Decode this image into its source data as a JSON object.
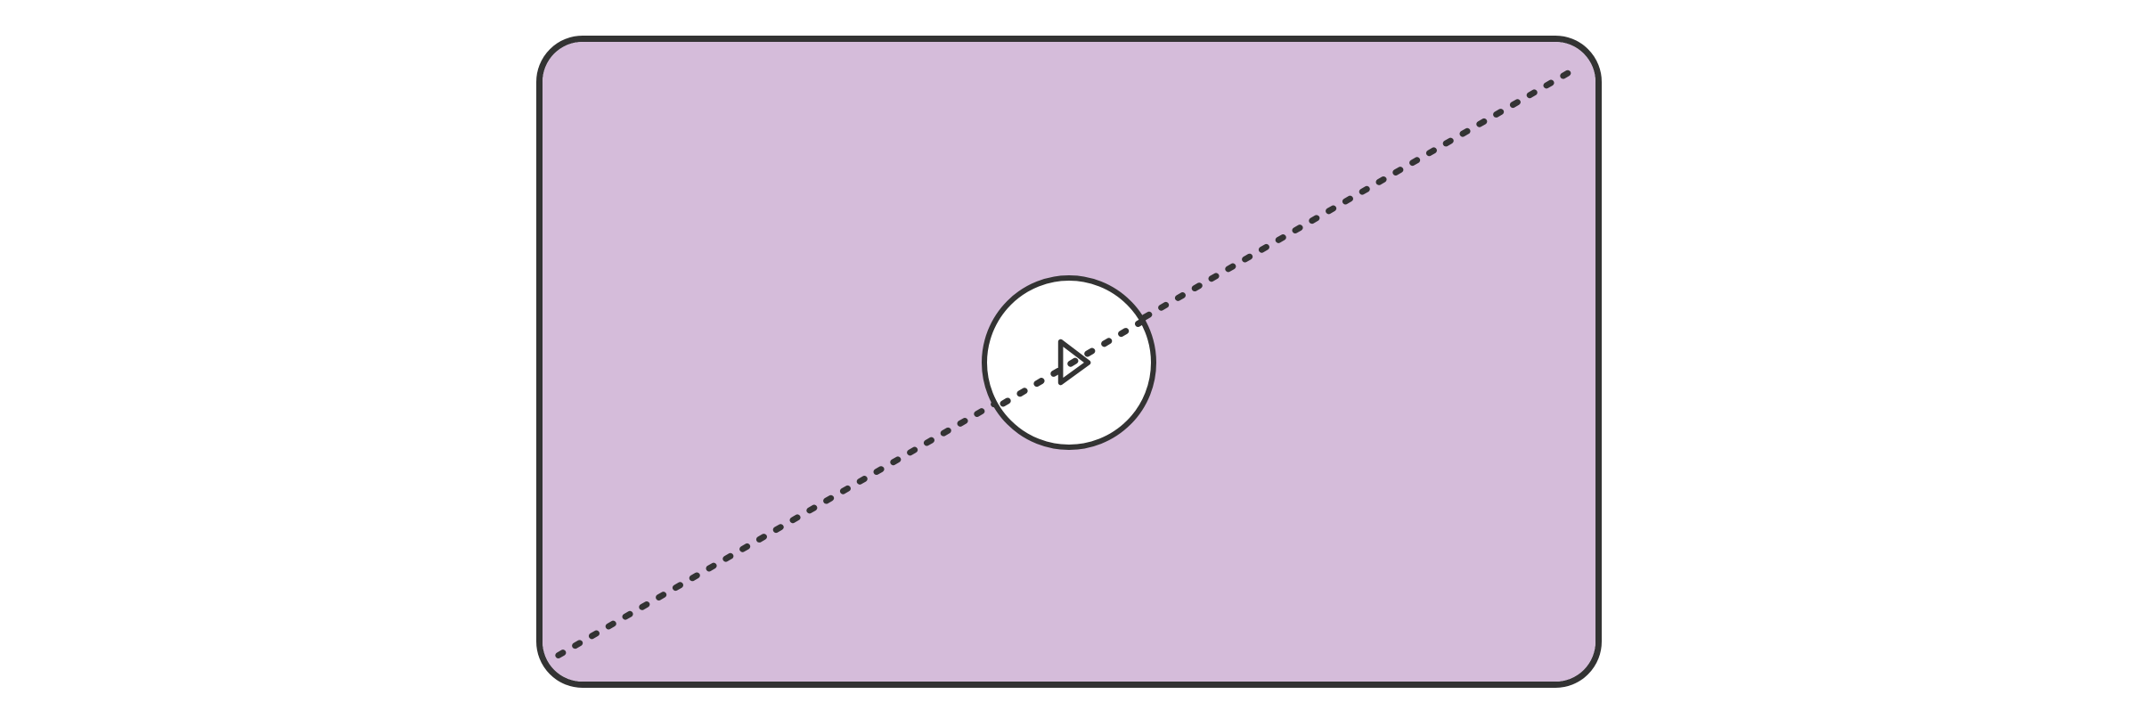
{
  "player": {
    "state": "paused",
    "frame": "empty-placeholder"
  },
  "colors": {
    "placeholder_fill": "#d5bcda",
    "stroke": "#333333",
    "button_fill": "#ffffff",
    "page_background": "#ffffff"
  },
  "icons": {
    "play": "play-icon",
    "diagonal": "dashed-diagonal-line"
  }
}
